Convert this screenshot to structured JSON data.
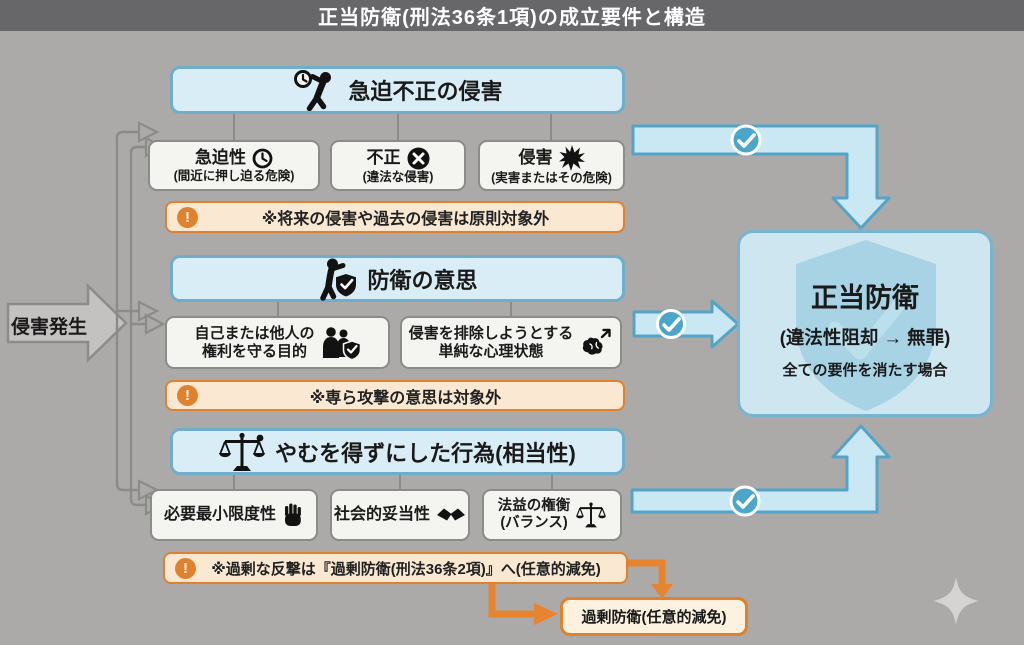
{
  "header": {
    "title": "正当防衛(刑法36条1項)の成立要件と構造"
  },
  "source_label": "侵害発生",
  "warning_mark": "!",
  "sections": [
    {
      "title": "急迫不正の侵害",
      "icon": "person-clock-icon",
      "items": [
        {
          "line1": "急迫性",
          "line2": "(間近に押し迫る危険)",
          "icon": "clock-icon"
        },
        {
          "line1": "不正",
          "line2": "(違法な侵害)",
          "icon": "x-circle-icon"
        },
        {
          "line1": "侵害",
          "line2": "(実害またはその危険)",
          "icon": "burst-icon"
        }
      ],
      "note": "※将来の侵害や過去の侵害は原則対象外"
    },
    {
      "title": "防衛の意思",
      "icon": "defender-shield-icon",
      "items": [
        {
          "line1": "自己または他人の",
          "line2": "権利を守る目的",
          "icon": "family-shield-icon"
        },
        {
          "line1": "侵害を排除しようとする",
          "line2": "単純な心理状態",
          "icon": "brain-arrow-icon"
        }
      ],
      "note": "※専ら攻撃の意思は対象外"
    },
    {
      "title": "やむを得ずにした行為(相当性)",
      "icon": "scales-icon",
      "items": [
        {
          "line1": "必要最小限度性",
          "icon": "hand-icon"
        },
        {
          "line1": "社会的妥当性",
          "icon": "handshake-icon"
        },
        {
          "line1": "法益の権衡",
          "line2": "(バランス)",
          "icon": "scales-icon"
        }
      ],
      "note": "※過剰な反撃は『過剰防衛(刑法36条2項)』へ(任意的減免)"
    }
  ],
  "result": {
    "title": "正当防衛",
    "subtitle": "(違法性阻却 → 無罪)",
    "caption": "全ての要件を消たす場合"
  },
  "excess_label": "過剰防衛(任意的減免)",
  "colors": {
    "background": "#acaaa8",
    "header_bar": "#67676a",
    "panel_blue_fill": "#d9edf7",
    "panel_blue_border": "#6fadca",
    "arrow_blue_fill": "#c9e8f4",
    "arrow_blue_border": "#54a4c8",
    "check_circle": "#4ba6c9",
    "note_fill": "#fae8d3",
    "accent_orange": "#e0812e",
    "result_fill": "#cde6f0"
  }
}
